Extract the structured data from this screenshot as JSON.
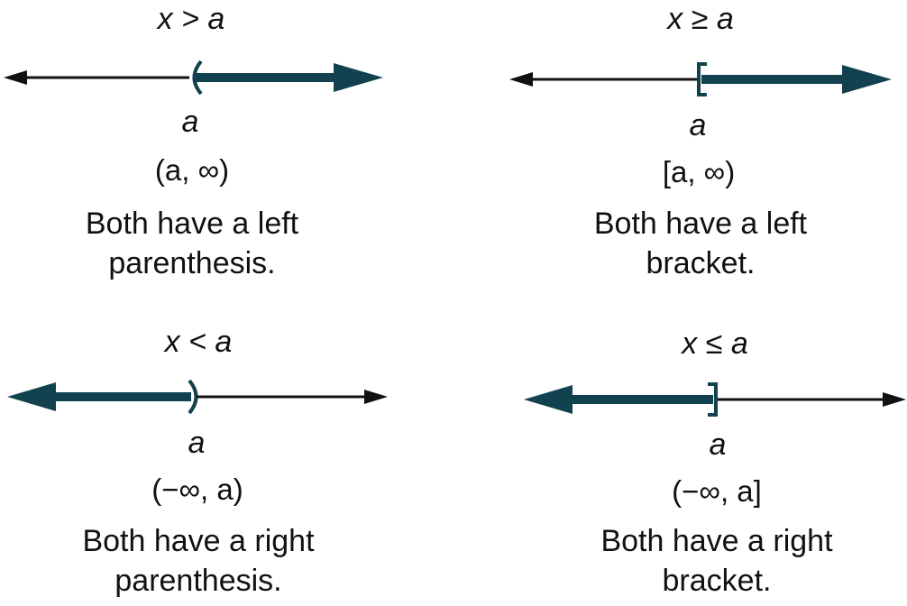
{
  "colors": {
    "highlight": "#12414f",
    "axis": "#111111",
    "text": "#111111"
  },
  "panels": {
    "top_left": {
      "inequality": "x > a",
      "point_label": "a",
      "interval": "(a, ∞)",
      "caption_line1": "Both have a left",
      "caption_line2": "parenthesis."
    },
    "top_right": {
      "inequality": "x ≥ a",
      "point_label": "a",
      "interval": "[a, ∞)",
      "caption_line1": "Both have a left",
      "caption_line2": "bracket."
    },
    "bottom_left": {
      "inequality": "x < a",
      "point_label": "a",
      "interval": "(−∞, a)",
      "caption_line1": "Both have a right",
      "caption_line2": "parenthesis."
    },
    "bottom_right": {
      "inequality": "x ≤ a",
      "point_label": "a",
      "interval": "(−∞, a]",
      "caption_line1": "Both have a right",
      "caption_line2": "bracket."
    }
  }
}
